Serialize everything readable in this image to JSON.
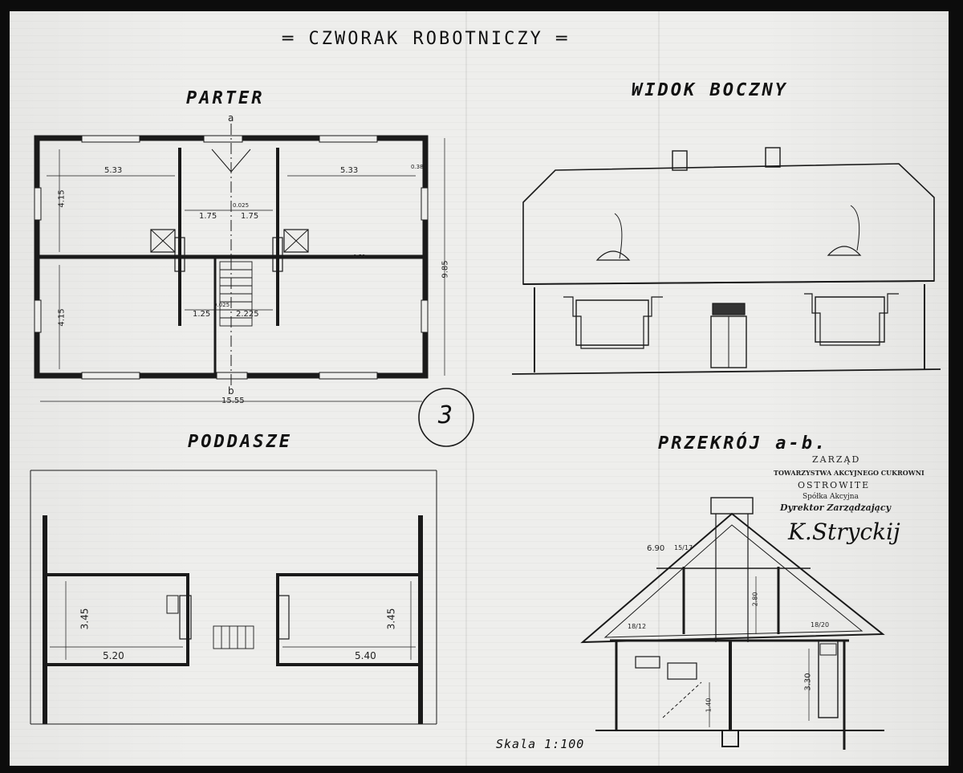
{
  "drawing": {
    "title": "CZWORAK ROBOTNICZY",
    "sheet_number": "3",
    "scale": "Skala 1:100"
  },
  "parter": {
    "label": "PARTER",
    "section_mark_top": "a",
    "section_mark_bottom": "b",
    "dims": {
      "room_tl_width": "5.33",
      "room_tr_width": "5.33",
      "room_top_height": "4.15",
      "room_bottom_height": "4.15",
      "hall_left": "1.75",
      "hall_right": "1.75",
      "hall_bl": "1.25",
      "hall_br": "2.225",
      "wall_a": "0.025",
      "wall_b": "0.025",
      "wall_c": "0.53",
      "overall_width": "15.55",
      "overall_depth": "9.85",
      "wall_d": "0.38"
    }
  },
  "widok_boczny": {
    "label": "WIDOK BOCZNY"
  },
  "poddasze": {
    "label": "PODDASZE",
    "dims": {
      "left_height": "3.45",
      "left_width": "5.20",
      "right_height": "3.45",
      "right_width": "5.40"
    }
  },
  "przekroj": {
    "label": "PRZEKRÓJ a-b.",
    "dims": {
      "ridge": "6.90",
      "rafter": "15/17",
      "height_attic": "2.80",
      "height_ground": "3.30",
      "beam_left": "18/12",
      "beam_right": "18/20",
      "foundation": "1.40"
    }
  },
  "stamp": {
    "line1": "ZARZĄD",
    "line2": "TOWARZYSTWA AKCYJNEGO CUKROWNI",
    "line3": "OSTROWITE",
    "line4": "Spółka Akcyjna",
    "line5": "Dyrektor Zarządzający",
    "signature": "K.Stryckij"
  }
}
